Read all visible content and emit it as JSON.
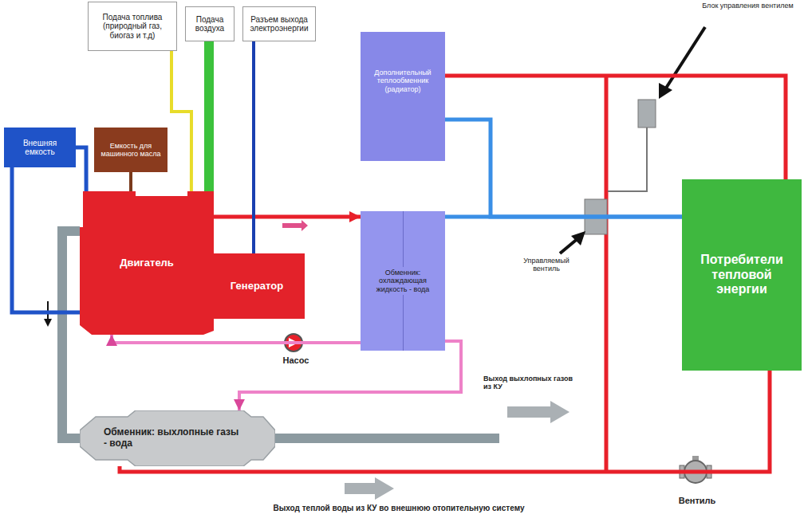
{
  "diagram": {
    "nodes": [
      {
        "text": [
          "Подача топлива (природный газ, биогаз и т.д)"
        ]
      },
      {
        "text": [
          "Подача воздуха"
        ]
      },
      {
        "text": [
          "Разъем выхода электроэнергии"
        ]
      },
      {
        "text": [
          "Дополнительный теплообменник (радиатор)"
        ]
      },
      {
        "text": [
          "Внешняя емкость"
        ]
      },
      {
        "text": [
          "Емкость для машинного масла"
        ]
      },
      {
        "text": [
          "Двигатель"
        ]
      },
      {
        "text": [
          "Генератор"
        ]
      },
      {
        "text": [
          "Обменник: охлаждающая жидкость - вода"
        ]
      },
      {
        "text": [
          "Потребители тепловой энергии"
        ]
      },
      {
        "text": [
          "Обменник: выхлопные газы - вода"
        ]
      }
    ],
    "edges": [
      {
        "from": 6,
        "to": 8,
        "arrow": "to"
      },
      {
        "from": 8,
        "to": 6,
        "arrow": "to"
      },
      {
        "from": 8,
        "to": 10,
        "arrow": "to"
      },
      {
        "from": 6,
        "to": 10,
        "arrow": "none"
      },
      {
        "from": 4,
        "to": 6,
        "arrow": "none"
      },
      {
        "from": 4,
        "to": 6,
        "arrow": "none"
      },
      {
        "from": 5,
        "to": 6,
        "arrow": "none"
      },
      {
        "from": 0,
        "to": 6,
        "arrow": "none"
      },
      {
        "from": 1,
        "to": 6,
        "arrow": "none"
      },
      {
        "from": 2,
        "to": 7,
        "arrow": "none"
      },
      {
        "from": 8,
        "to": 9,
        "arrow": "none"
      },
      {
        "from": 3,
        "to": 9,
        "arrow": "none"
      },
      {
        "from": 3,
        "to": 9,
        "arrow": "none"
      },
      {
        "from": 10,
        "to": 9,
        "arrow": "none"
      }
    ],
    "labels": [
      "Блок управления вентилем",
      "Управляемый вентиль",
      "Насос",
      "Выход выхлопных газов из КУ",
      "Выход теплой воды из КУ во внешнюю отопительную систему",
      "Вентиль"
    ]
  }
}
